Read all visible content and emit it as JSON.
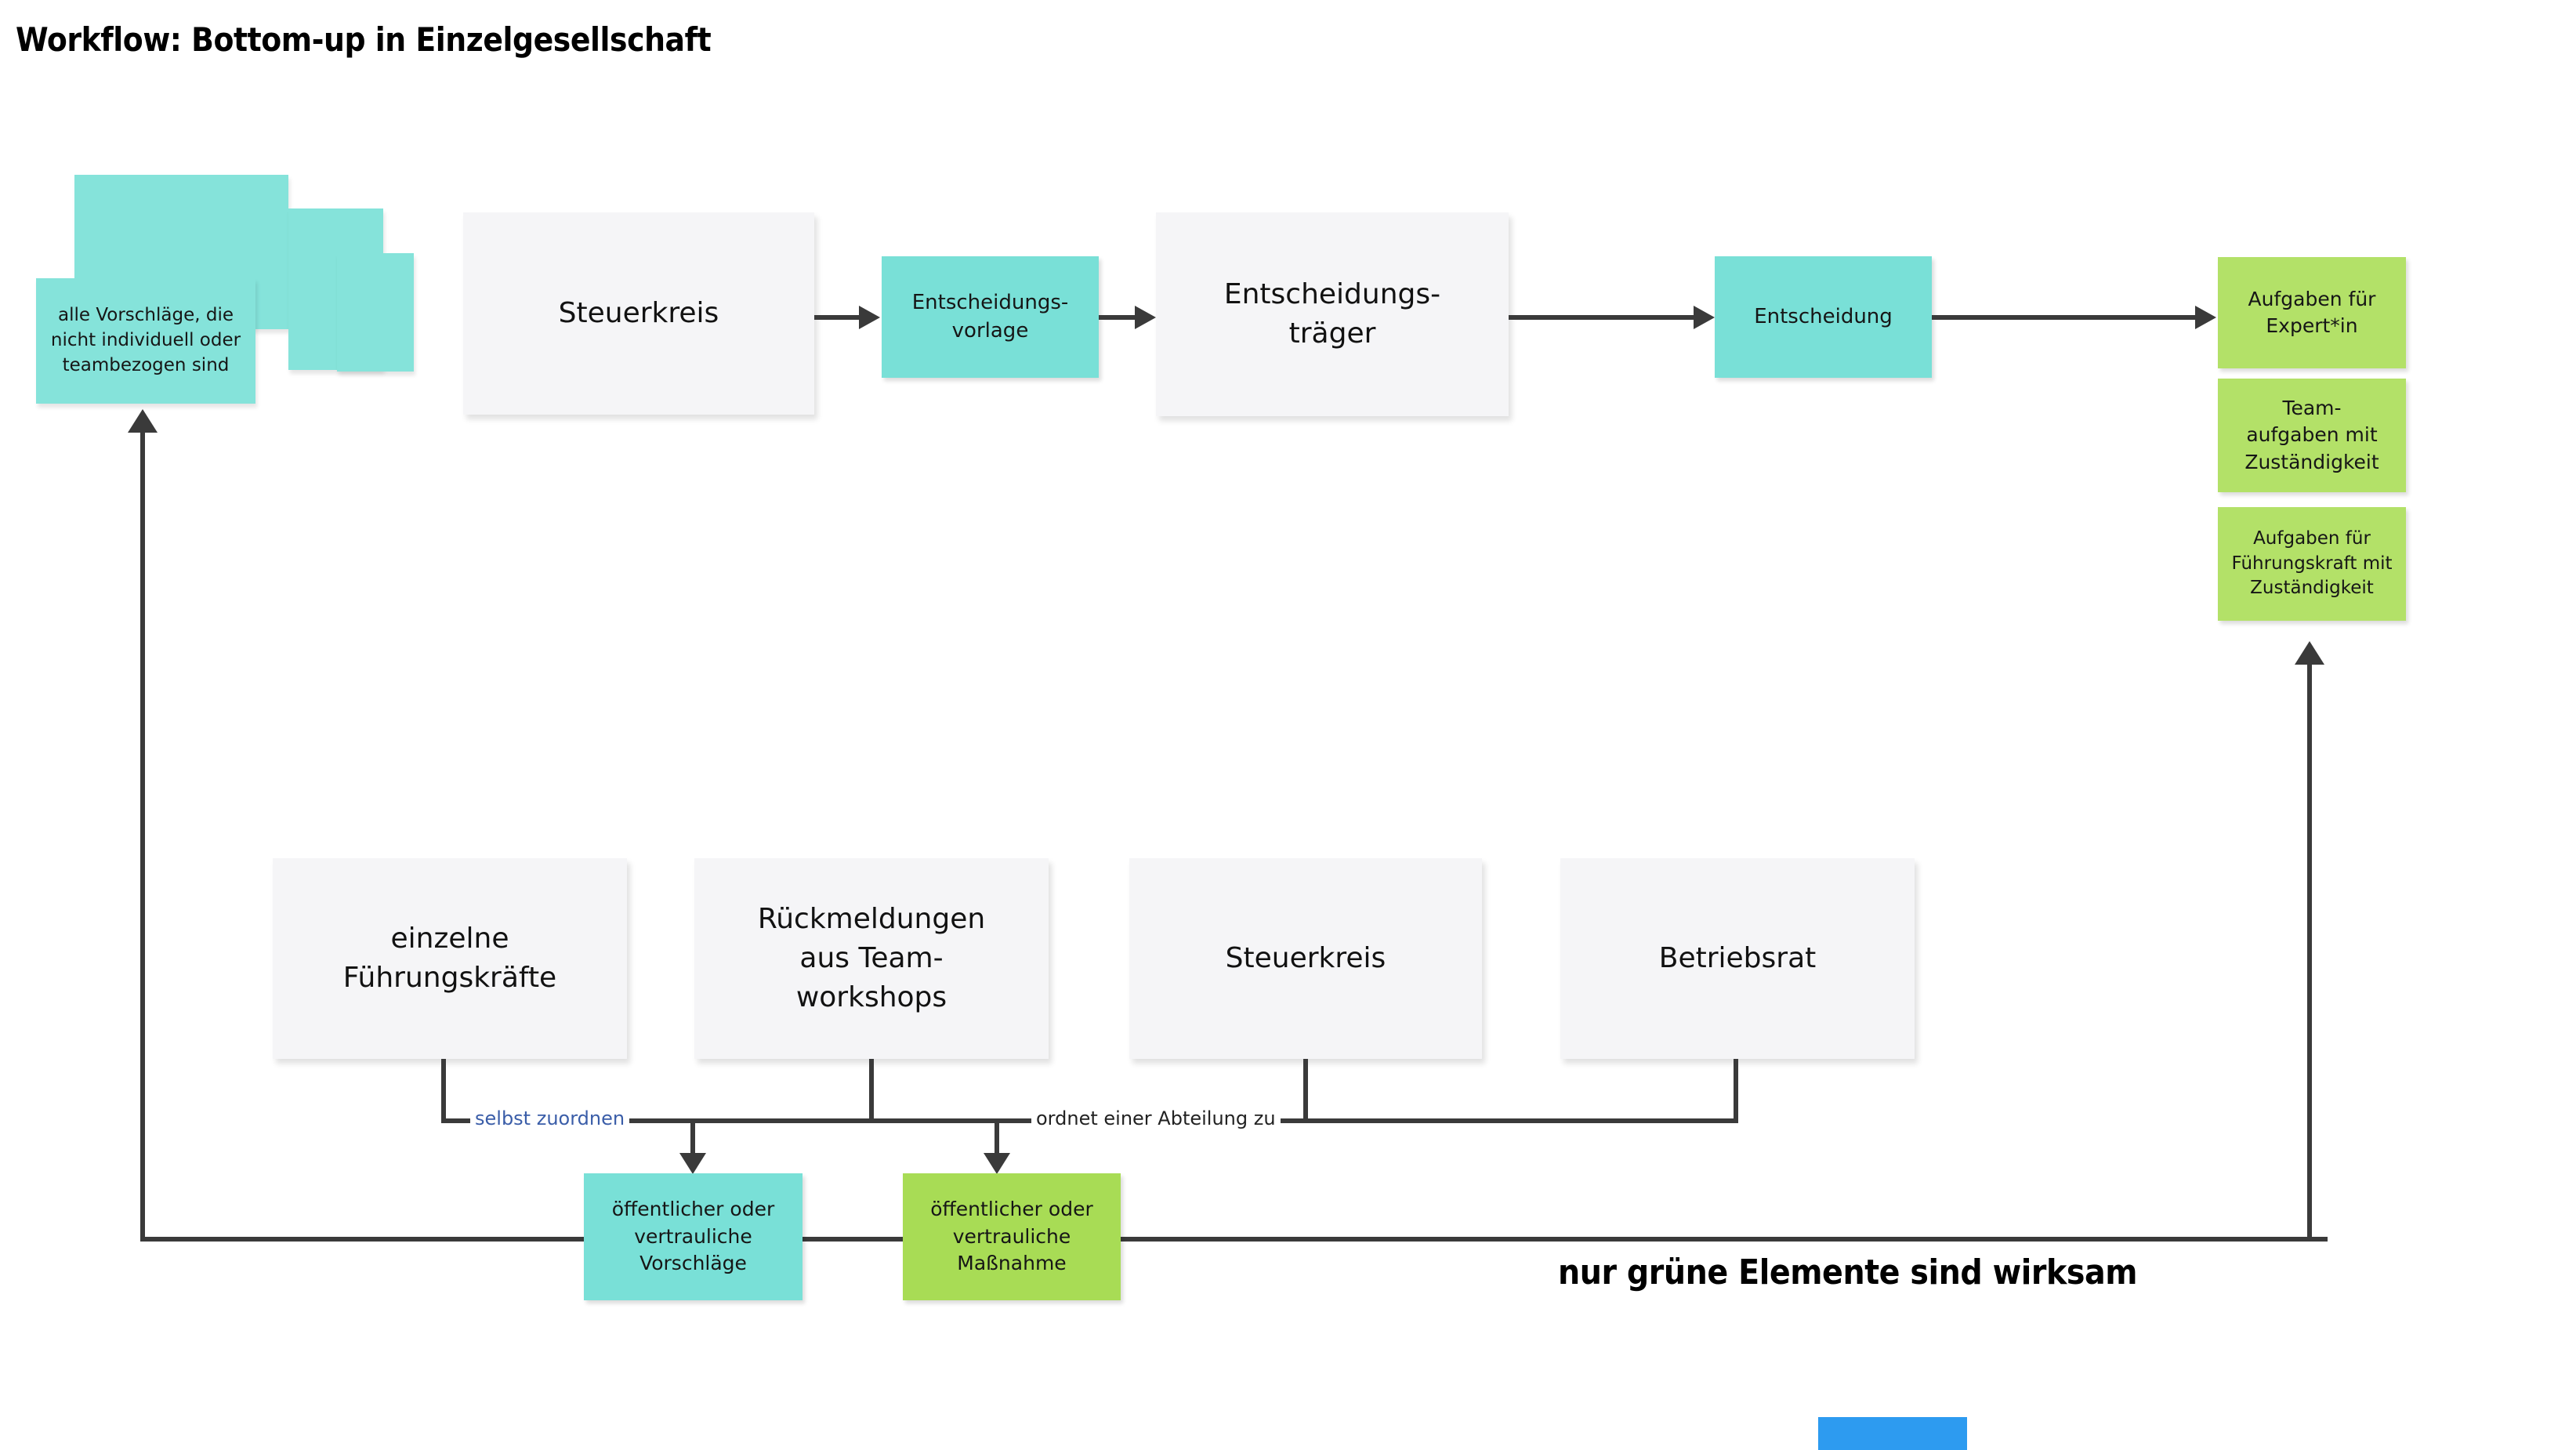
{
  "title": "Workflow: Bottom-up in Einzelgesellschaft",
  "colors": {
    "teal": "#79e0d7",
    "teal_stack": "#85e3da",
    "green": "#b3e168",
    "green_bright": "#a8dc55",
    "gray_node": "#f5f5f7",
    "connector": "#3a3a3a",
    "label_blue": "#3a5da8",
    "blue_shape": "#2d9bf0"
  },
  "sticky_stack": {
    "front_note": "alle Vorschläge, die\nnicht individuell oder\nteambezogen sind"
  },
  "flow": {
    "steuerkreis": "Steuerkreis",
    "entscheidungsvorlage": "Entscheidungs-\nvorlage",
    "entscheidungstraeger": "Entscheidungs-\nträger",
    "entscheidung": "Entscheidung",
    "aufgaben_expertin": "Aufgaben für\nExpert*in",
    "teamaufgaben": "Team-\naufgaben mit\nZuständigkeit",
    "aufgaben_fuehrungskraft": "Aufgaben für\nFührungskraft mit\nZuständigkeit"
  },
  "middle_row": [
    "einzelne\nFührungskräfte",
    "Rückmeldungen\naus Team-\nworkshops",
    "Steuerkreis",
    "Betriebsrat"
  ],
  "connector_labels": {
    "selbst_zuordnen": "selbst zuordnen",
    "ordnet_abteilung": "ordnet einer Abteilung zu"
  },
  "bottom_boxes": {
    "vorschlaege": "öffentlicher oder\nvertrauliche\nVorschläge",
    "massnahme": "öffentlicher oder\nvertrauliche\nMaßnahme"
  },
  "footnote": "nur grüne Elemente sind wirksam"
}
